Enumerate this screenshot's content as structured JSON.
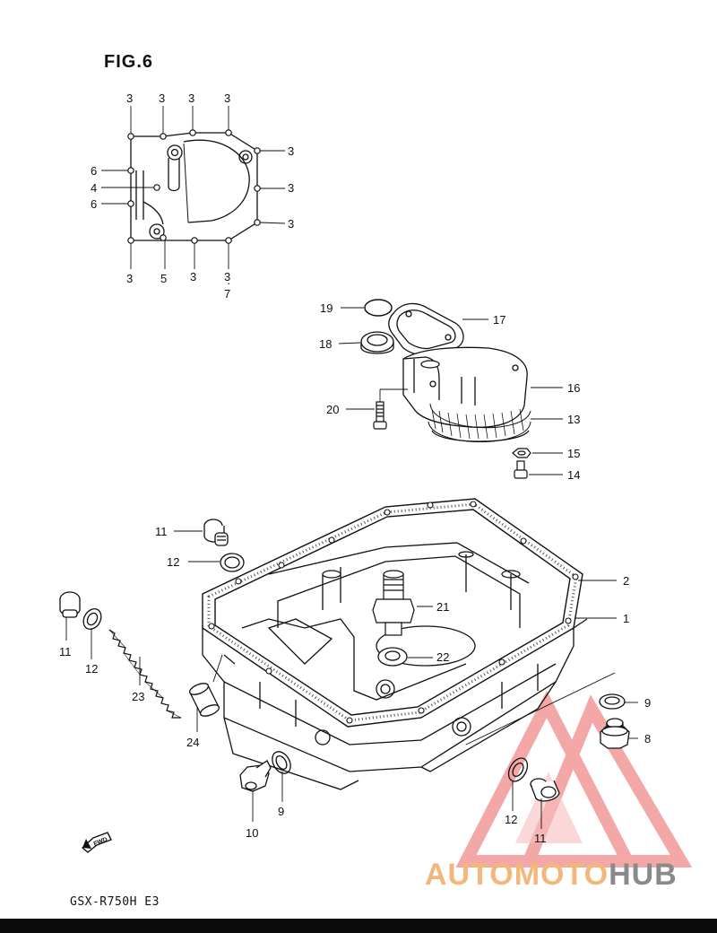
{
  "figure_title": "FIG.6",
  "model_code": "GSX-R750H E3",
  "watermark": {
    "text_part1": "AUTOMOTO",
    "text_part2": "HUB",
    "accent_color": "#f4b77a",
    "secondary_color": "#8a8a8a",
    "logo_color": "#f08a8a"
  },
  "fwd_label": "FWD",
  "callouts": {
    "c1": "1",
    "c2": "2",
    "c3": "3",
    "c4": "4",
    "c5": "5",
    "c6": "6",
    "c7": "7",
    "c8": "8",
    "c9": "9",
    "c10": "10",
    "c11": "11",
    "c12": "12",
    "c13": "13",
    "c14": "14",
    "c15": "15",
    "c16": "16",
    "c17": "17",
    "c18": "18",
    "c19": "19",
    "c20": "20",
    "c21": "21",
    "c22": "22",
    "c23": "23",
    "c24": "24"
  }
}
